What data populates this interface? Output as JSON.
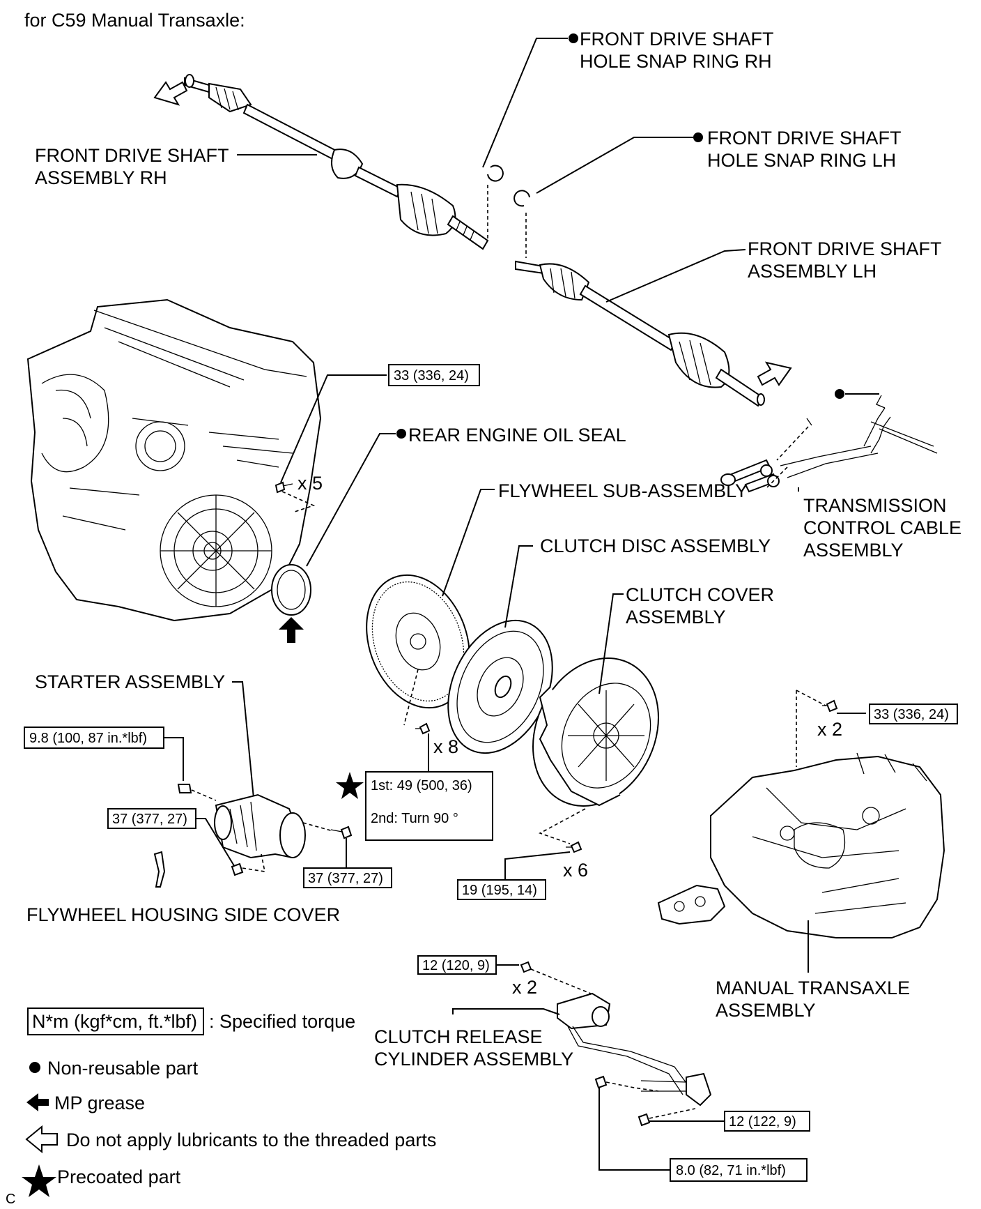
{
  "header": {
    "title": "for C59 Manual Transaxle:"
  },
  "labels": {
    "rh_snap_ring": [
      "FRONT DRIVE SHAFT",
      "HOLE SNAP RING RH"
    ],
    "lh_snap_ring": [
      "FRONT DRIVE SHAFT",
      "HOLE SNAP RING LH"
    ],
    "drive_shaft_rh": [
      "FRONT DRIVE SHAFT",
      "ASSEMBLY RH"
    ],
    "drive_shaft_lh": [
      "FRONT DRIVE SHAFT",
      "ASSEMBLY LH"
    ],
    "rear_oil_seal": "REAR ENGINE OIL SEAL",
    "flywheel": "FLYWHEEL SUB-ASSEMBLY",
    "clutch_disc": "CLUTCH DISC ASSEMBLY",
    "clutch_cover": [
      "CLUTCH COVER",
      "ASSEMBLY"
    ],
    "trans_cable": [
      "TRANSMISSION",
      "CONTROL CABLE",
      "ASSEMBLY"
    ],
    "starter": "STARTER ASSEMBLY",
    "flywheel_housing_cover": "FLYWHEEL HOUSING SIDE COVER",
    "manual_transaxle": [
      "MANUAL TRANSAXLE",
      "ASSEMBLY"
    ],
    "clutch_release_cyl": [
      "CLUTCH RELEASE",
      "CYLINDER ASSEMBLY"
    ]
  },
  "torques": {
    "engine_bolt": "33 (336, 24)",
    "transaxle_bolt": "33 (336, 24)",
    "starter_nut": "9.8 (100, 87 in.*lbf)",
    "starter_bolt_left": "37 (377, 27)",
    "starter_bolt_right": "37 (377, 27)",
    "flywheel_1st": "1st: 49 (500, 36)",
    "flywheel_2nd": "2nd:  Turn 90 °",
    "clutch_cover_bolt": "19 (195, 14)",
    "release_cyl_bolt": "12 (120, 9)",
    "bracket_bolt": "12 (122, 9)",
    "line_bolt": "8.0 (82, 71 in.*lbf)"
  },
  "quantities": {
    "engine_bolts": "x 5",
    "flywheel_bolts": "x 8",
    "clutch_cover_bolts": "x 6",
    "transaxle_bolts": "x 2",
    "release_cyl_bolts": "x 2"
  },
  "legend": {
    "torque_box": "N*m (kgf*cm, ft.*lbf)",
    "torque_text": ": Specified torque",
    "non_reusable": "Non-reusable part",
    "mp_grease": "MP grease",
    "no_lubricant": "Do not apply lubricants to the threaded parts",
    "precoated": "Precoated part"
  },
  "footer": {
    "code": "C"
  }
}
